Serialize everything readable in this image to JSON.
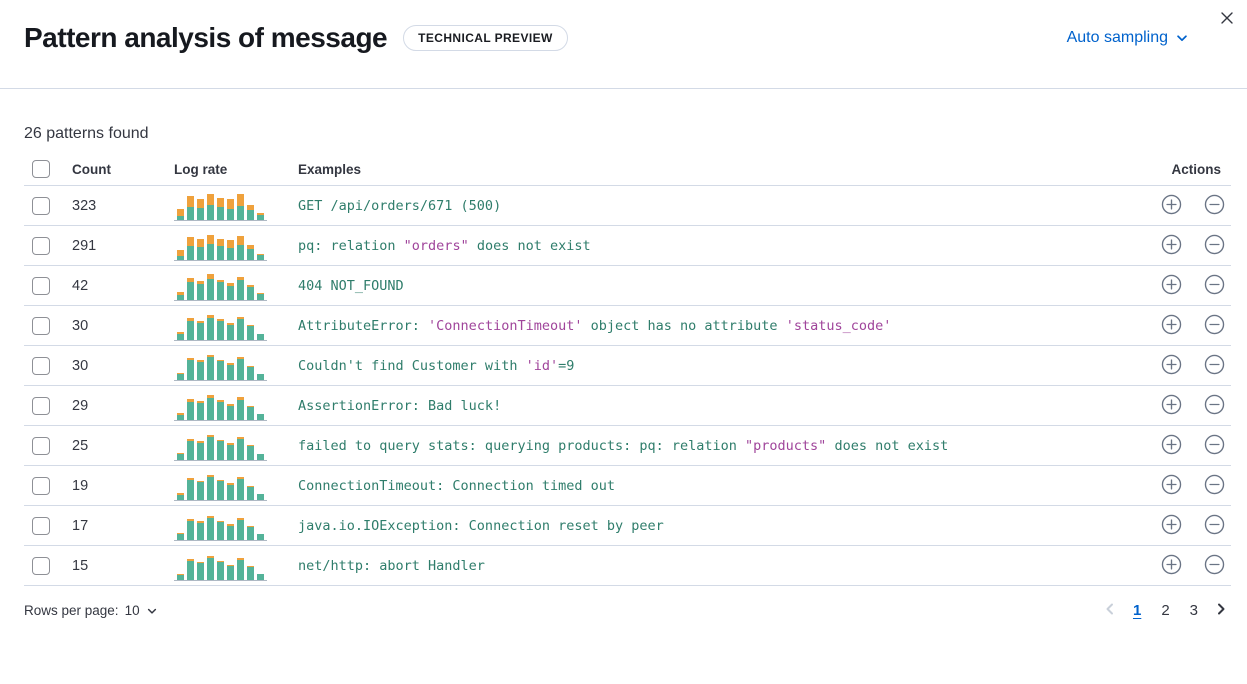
{
  "header": {
    "title": "Pattern analysis of message",
    "badge": "TECHNICAL PREVIEW",
    "sampling_label": "Auto sampling"
  },
  "summary": "26 patterns found",
  "colors": {
    "accent_blue": "#0062cc",
    "bar_green": "#54b399",
    "bar_orange": "#efa13c",
    "example_teal": "#2f7d6b",
    "example_purple": "#a0459b"
  },
  "table": {
    "columns": {
      "count": "Count",
      "log_rate": "Log rate",
      "examples": "Examples",
      "actions": "Actions"
    },
    "rows": [
      {
        "count": "323",
        "bars": [
          {
            "g": 4,
            "o": 7
          },
          {
            "g": 13,
            "o": 11
          },
          {
            "g": 12,
            "o": 9
          },
          {
            "g": 15,
            "o": 11
          },
          {
            "g": 13,
            "o": 9
          },
          {
            "g": 11,
            "o": 10
          },
          {
            "g": 14,
            "o": 12
          },
          {
            "g": 10,
            "o": 5
          },
          {
            "g": 5,
            "o": 2
          }
        ],
        "example": [
          {
            "t": "GET /api/orders/671 (500)",
            "c": "teal"
          }
        ]
      },
      {
        "count": "291",
        "bars": [
          {
            "g": 4,
            "o": 6
          },
          {
            "g": 14,
            "o": 9
          },
          {
            "g": 13,
            "o": 8
          },
          {
            "g": 16,
            "o": 9
          },
          {
            "g": 14,
            "o": 7
          },
          {
            "g": 12,
            "o": 8
          },
          {
            "g": 15,
            "o": 9
          },
          {
            "g": 11,
            "o": 4
          },
          {
            "g": 5,
            "o": 1
          }
        ],
        "example": [
          {
            "t": "pq: relation ",
            "c": "teal"
          },
          {
            "t": "\"orders\"",
            "c": "purple"
          },
          {
            "t": " does not exist",
            "c": "teal"
          }
        ]
      },
      {
        "count": "42",
        "bars": [
          {
            "g": 5,
            "o": 3
          },
          {
            "g": 18,
            "o": 4
          },
          {
            "g": 16,
            "o": 3
          },
          {
            "g": 21,
            "o": 5
          },
          {
            "g": 18,
            "o": 2
          },
          {
            "g": 14,
            "o": 3
          },
          {
            "g": 20,
            "o": 3
          },
          {
            "g": 13,
            "o": 2
          },
          {
            "g": 6,
            "o": 1
          }
        ],
        "example": [
          {
            "t": "404 NOT_FOUND",
            "c": "teal"
          }
        ]
      },
      {
        "count": "30",
        "bars": [
          {
            "g": 6,
            "o": 2
          },
          {
            "g": 19,
            "o": 3
          },
          {
            "g": 17,
            "o": 2
          },
          {
            "g": 22,
            "o": 3
          },
          {
            "g": 19,
            "o": 2
          },
          {
            "g": 15,
            "o": 2
          },
          {
            "g": 21,
            "o": 2
          },
          {
            "g": 14,
            "o": 1
          },
          {
            "g": 6,
            "o": 0
          }
        ],
        "example": [
          {
            "t": "AttributeError: ",
            "c": "teal"
          },
          {
            "t": "'ConnectionTimeout'",
            "c": "purple"
          },
          {
            "t": " object has no attribute ",
            "c": "teal"
          },
          {
            "t": "'status_code'",
            "c": "purple"
          }
        ]
      },
      {
        "count": "30",
        "bars": [
          {
            "g": 6,
            "o": 1
          },
          {
            "g": 20,
            "o": 2
          },
          {
            "g": 18,
            "o": 2
          },
          {
            "g": 23,
            "o": 2
          },
          {
            "g": 19,
            "o": 1
          },
          {
            "g": 15,
            "o": 2
          },
          {
            "g": 21,
            "o": 2
          },
          {
            "g": 13,
            "o": 1
          },
          {
            "g": 6,
            "o": 0
          }
        ],
        "example": [
          {
            "t": "Couldn't find Customer with ",
            "c": "teal"
          },
          {
            "t": "'id'",
            "c": "purple"
          },
          {
            "t": "=9",
            "c": "teal"
          }
        ]
      },
      {
        "count": "29",
        "bars": [
          {
            "g": 5,
            "o": 2
          },
          {
            "g": 18,
            "o": 3
          },
          {
            "g": 17,
            "o": 2
          },
          {
            "g": 22,
            "o": 3
          },
          {
            "g": 18,
            "o": 2
          },
          {
            "g": 14,
            "o": 2
          },
          {
            "g": 20,
            "o": 3
          },
          {
            "g": 13,
            "o": 1
          },
          {
            "g": 6,
            "o": 0
          }
        ],
        "example": [
          {
            "t": "AssertionError: Bad luck!",
            "c": "teal"
          }
        ]
      },
      {
        "count": "25",
        "bars": [
          {
            "g": 6,
            "o": 1
          },
          {
            "g": 19,
            "o": 2
          },
          {
            "g": 17,
            "o": 2
          },
          {
            "g": 23,
            "o": 2
          },
          {
            "g": 19,
            "o": 1
          },
          {
            "g": 15,
            "o": 2
          },
          {
            "g": 21,
            "o": 2
          },
          {
            "g": 14,
            "o": 1
          },
          {
            "g": 6,
            "o": 0
          }
        ],
        "example": [
          {
            "t": "failed to query stats: querying products: pq: relation ",
            "c": "teal"
          },
          {
            "t": "\"products\"",
            "c": "purple"
          },
          {
            "t": " does not exist",
            "c": "teal"
          }
        ]
      },
      {
        "count": "19",
        "bars": [
          {
            "g": 5,
            "o": 2
          },
          {
            "g": 20,
            "o": 2
          },
          {
            "g": 18,
            "o": 1
          },
          {
            "g": 23,
            "o": 2
          },
          {
            "g": 19,
            "o": 1
          },
          {
            "g": 15,
            "o": 2
          },
          {
            "g": 21,
            "o": 2
          },
          {
            "g": 13,
            "o": 1
          },
          {
            "g": 6,
            "o": 0
          }
        ],
        "example": [
          {
            "t": "ConnectionTimeout: Connection timed out",
            "c": "teal"
          }
        ]
      },
      {
        "count": "17",
        "bars": [
          {
            "g": 6,
            "o": 1
          },
          {
            "g": 19,
            "o": 2
          },
          {
            "g": 17,
            "o": 2
          },
          {
            "g": 22,
            "o": 2
          },
          {
            "g": 18,
            "o": 1
          },
          {
            "g": 14,
            "o": 2
          },
          {
            "g": 20,
            "o": 2
          },
          {
            "g": 13,
            "o": 1
          },
          {
            "g": 6,
            "o": 0
          }
        ],
        "example": [
          {
            "t": "java.io.IOException: Connection reset by peer",
            "c": "teal"
          }
        ]
      },
      {
        "count": "15",
        "bars": [
          {
            "g": 5,
            "o": 1
          },
          {
            "g": 19,
            "o": 2
          },
          {
            "g": 17,
            "o": 1
          },
          {
            "g": 22,
            "o": 2
          },
          {
            "g": 18,
            "o": 1
          },
          {
            "g": 14,
            "o": 1
          },
          {
            "g": 20,
            "o": 2
          },
          {
            "g": 13,
            "o": 1
          },
          {
            "g": 6,
            "o": 0
          }
        ],
        "example": [
          {
            "t": "net/http: abort Handler",
            "c": "teal"
          }
        ]
      }
    ]
  },
  "footer": {
    "rows_per_page_label": "Rows per page:",
    "rows_per_page_value": "10",
    "pagination": {
      "pages": [
        "1",
        "2",
        "3"
      ],
      "active": "1"
    }
  }
}
